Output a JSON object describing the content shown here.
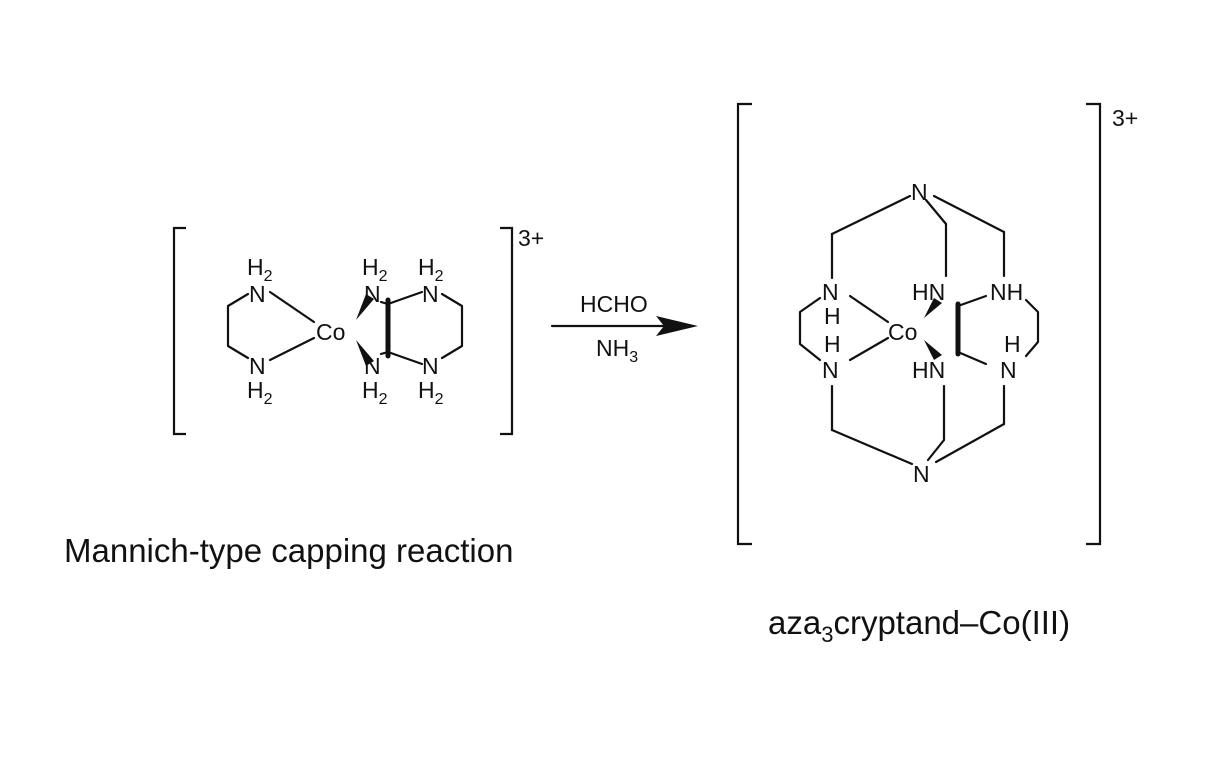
{
  "reactant": {
    "charge": "3+",
    "metal": "Co",
    "nitrogen": "N",
    "h2": "H",
    "h2_sub": "2"
  },
  "reagents": {
    "above": "HCHO",
    "below_main": "NH",
    "below_sub": "3"
  },
  "product": {
    "charge": "3+",
    "metal": "Co",
    "nitrogen": "N",
    "hn": "HN",
    "nh": "NH",
    "h": "H"
  },
  "captions": {
    "left": "Mannich-type capping reaction",
    "right_prefix": "aza",
    "right_sub": "3",
    "right_suffix": "cryptand–Co(III)"
  },
  "colors": {
    "ink": "#111111",
    "background": "#ffffff"
  }
}
